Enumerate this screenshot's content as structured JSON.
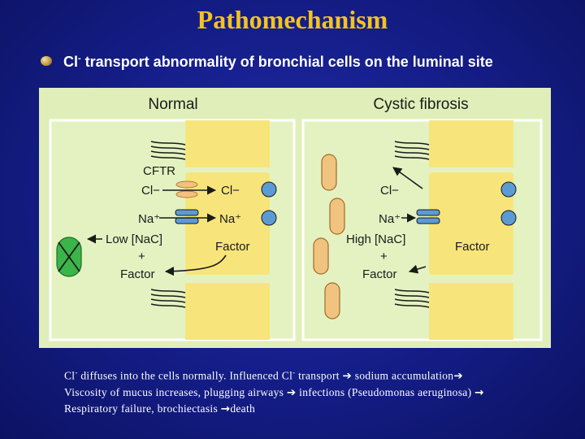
{
  "title": "Pathomechanism",
  "bullet": {
    "ion": "Cl",
    "superscript": "-",
    "text": " transport abnormality of bronchial cells on the luminal site"
  },
  "figure": {
    "normal_heading": "Normal",
    "cf_heading": "Cystic fibrosis",
    "normal": {
      "cftr": "CFTR",
      "cl_left": "Cl−",
      "cl_right": "Cl−",
      "na_left": "Na⁺",
      "na_right": "Na⁺",
      "nac": "Low [NaC]",
      "plus": "+",
      "factor_out": "Factor",
      "factor_in": "Factor"
    },
    "cf": {
      "cl": "Cl−",
      "na": "Na⁺",
      "nac": "High [NaC]",
      "plus": "+",
      "factor_out": "Factor",
      "factor_in": "Factor"
    },
    "colors": {
      "panel_bg": "#e0efb9",
      "cell": "#f7e57b",
      "channel": "#5b9bd5",
      "cftr": "#f3c07e",
      "mucus": "#f0c47e",
      "bacterium": "#3bb54a",
      "arrow": "#1a1a1a"
    }
  },
  "caption": {
    "line1_ion": "Cl",
    "line1_sup": "-",
    "line1_a": " diffuses into the cells normally. Influenced Cl",
    "line1_sup2": "-",
    "line1_b": " transport ",
    "line1_c": " sodium accumulation",
    "line2_a": "Viscosity of mucus increases, plugging airways ",
    "line2_b": " infections (Pseudomonas aeruginosa) ",
    "line3_a": "Respiratory failure, brochiectasis ",
    "line3_b": "death",
    "arrow_icon": "➔",
    "arrow_icon_small": "→"
  }
}
